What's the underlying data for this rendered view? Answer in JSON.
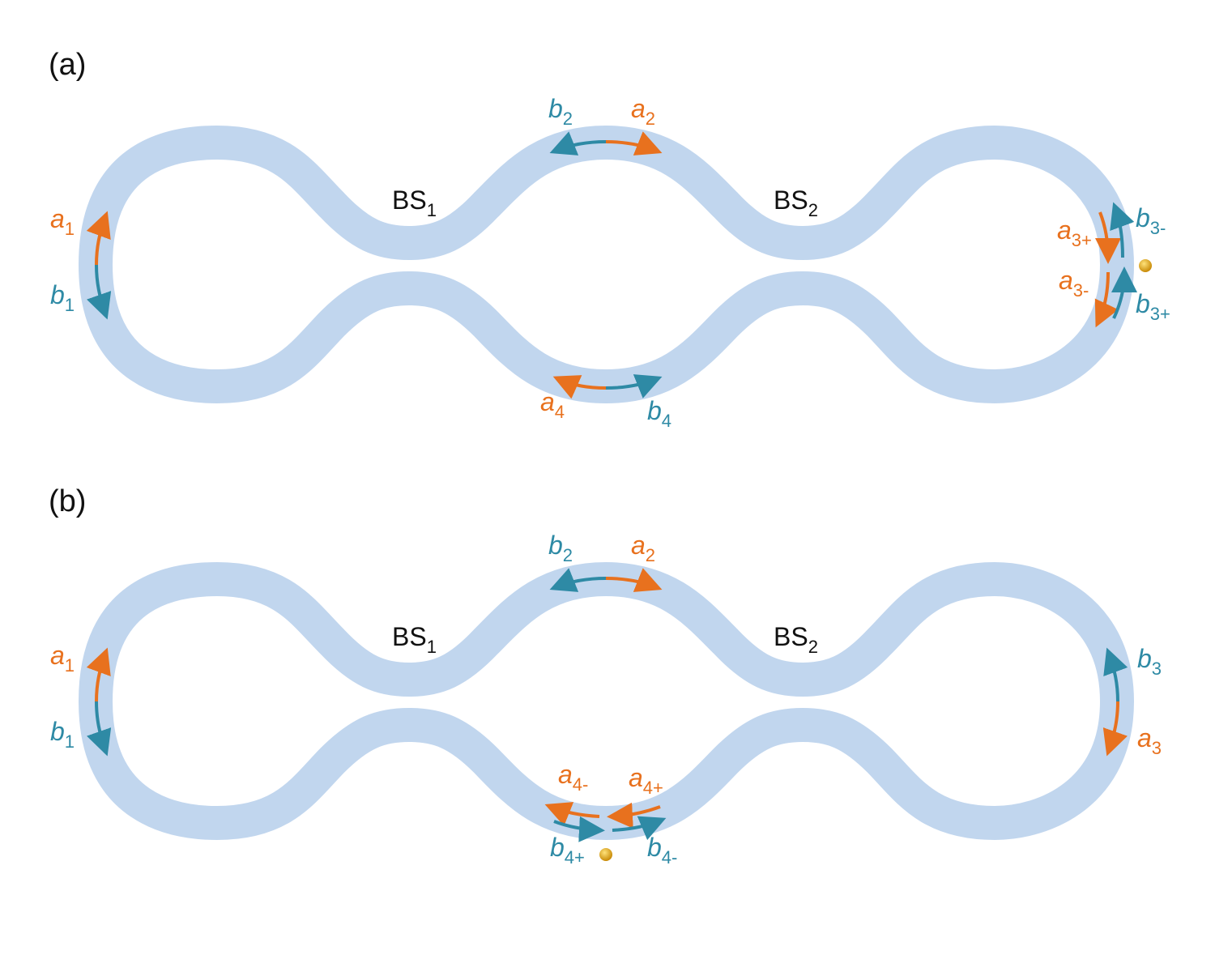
{
  "colors": {
    "waveguide": "#c1d6ee",
    "orange": "#e8711e",
    "teal": "#2e8aa5",
    "text": "#111111",
    "emitter": "#e1a50f"
  },
  "panel_a": {
    "tag": "(a)",
    "bs1": {
      "base": "BS",
      "sub": "1"
    },
    "bs2": {
      "base": "BS",
      "sub": "2"
    },
    "a1": {
      "base": "a",
      "sub": "1"
    },
    "b1": {
      "base": "b",
      "sub": "1"
    },
    "a2": {
      "base": "a",
      "sub": "2"
    },
    "b2": {
      "base": "b",
      "sub": "2"
    },
    "a3p": {
      "base": "a",
      "sub": "3+"
    },
    "a3m": {
      "base": "a",
      "sub": "3-"
    },
    "b3m": {
      "base": "b",
      "sub": "3-"
    },
    "b3p": {
      "base": "b",
      "sub": "3+"
    },
    "a4": {
      "base": "a",
      "sub": "4"
    },
    "b4": {
      "base": "b",
      "sub": "4"
    }
  },
  "panel_b": {
    "tag": "(b)",
    "bs1": {
      "base": "BS",
      "sub": "1"
    },
    "bs2": {
      "base": "BS",
      "sub": "2"
    },
    "a1": {
      "base": "a",
      "sub": "1"
    },
    "b1": {
      "base": "b",
      "sub": "1"
    },
    "a2": {
      "base": "a",
      "sub": "2"
    },
    "b2": {
      "base": "b",
      "sub": "2"
    },
    "a3": {
      "base": "a",
      "sub": "3"
    },
    "b3": {
      "base": "b",
      "sub": "3"
    },
    "a4m": {
      "base": "a",
      "sub": "4-"
    },
    "a4p": {
      "base": "a",
      "sub": "4+"
    },
    "b4p": {
      "base": "b",
      "sub": "4+"
    },
    "b4m": {
      "base": "b",
      "sub": "4-"
    }
  }
}
